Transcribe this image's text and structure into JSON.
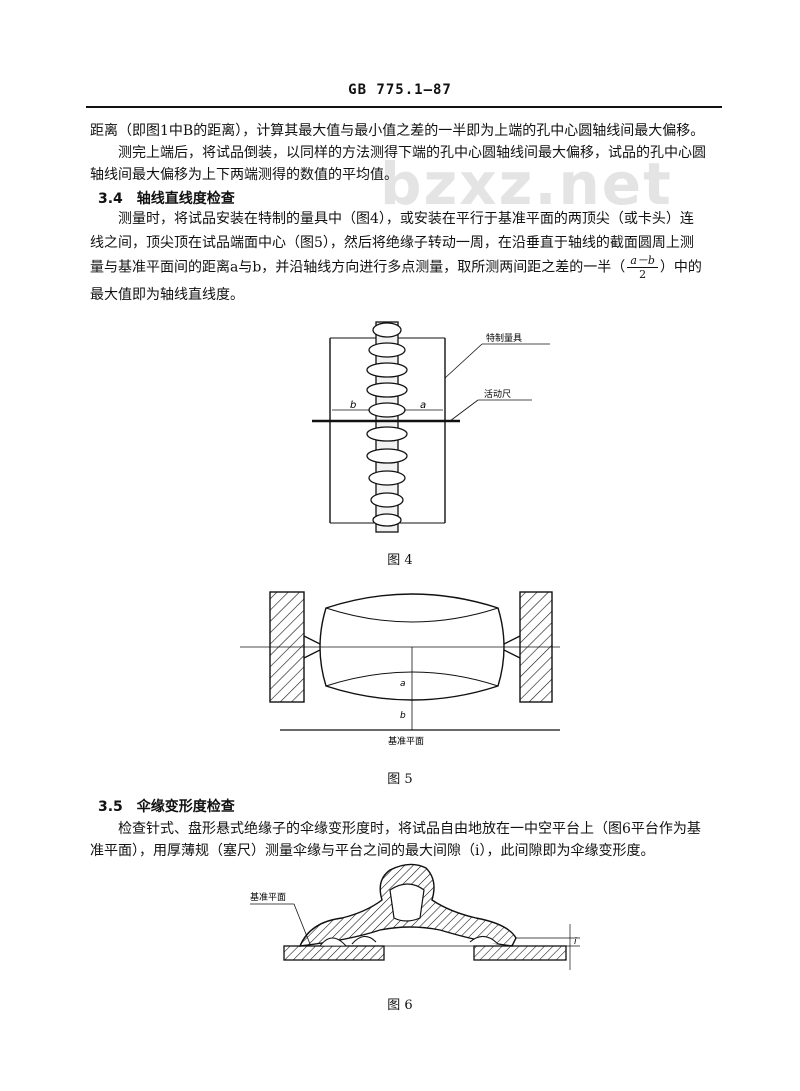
{
  "header": {
    "code": "GB 775.1—87"
  },
  "watermark": "bzxz.net",
  "paragraphs": {
    "p1": "距离（即图1中B的距离），计算其最大值与最小值之差的一半即为上端的孔中心圆轴线间最大偏移。",
    "p2_line1": "测完上端后，将试品倒装，以同样的方法测得下端的孔中心圆轴线间最大偏移，试品的孔中心圆",
    "p2_line2": "轴线间最大偏移为上下两端测得的数值的平均值。",
    "s34_title": "3.4　轴线直线度检查",
    "s34_line1": "测量时，将试品安装在特制的量具中（图4），或安装在平行于基准平面的两顶尖（或卡头）连",
    "s34_line2": "线之间，顶尖顶在试品端面中心（图5），然后将绝缘子转动一周，在沿垂直于轴线的截面圆周上测",
    "s34_line3a": "量与基准平面间的距离a与b，并沿轴线方向进行多点测量，取所测两间距之差的一半（",
    "s34_frac_num": "a－b",
    "s34_frac_den": "2",
    "s34_line3b": "）中的",
    "s34_line4": "最大值即为轴线直线度。",
    "s35_title": "3.5　伞缘变形度检查",
    "s35_line1": "检查针式、盘形悬式绝缘子的伞缘变形度时，将试品自由地放在一中空平台上（图6平台作为基",
    "s35_line2": "准平面），用厚薄规（塞尺）测量伞缘与平台之间的最大间隙（i），此间隙即为伞缘变形度。"
  },
  "figures": {
    "fig4": {
      "caption": "图 4",
      "label_gauge": "特制量具",
      "label_ruler": "活动尺",
      "label_b": "b",
      "label_a": "a"
    },
    "fig5": {
      "caption": "图 5",
      "label_base": "基准平面",
      "label_a": "a",
      "label_b": "b"
    },
    "fig6": {
      "caption": "图 6",
      "label_base": "基准平面",
      "label_i": "i"
    }
  }
}
